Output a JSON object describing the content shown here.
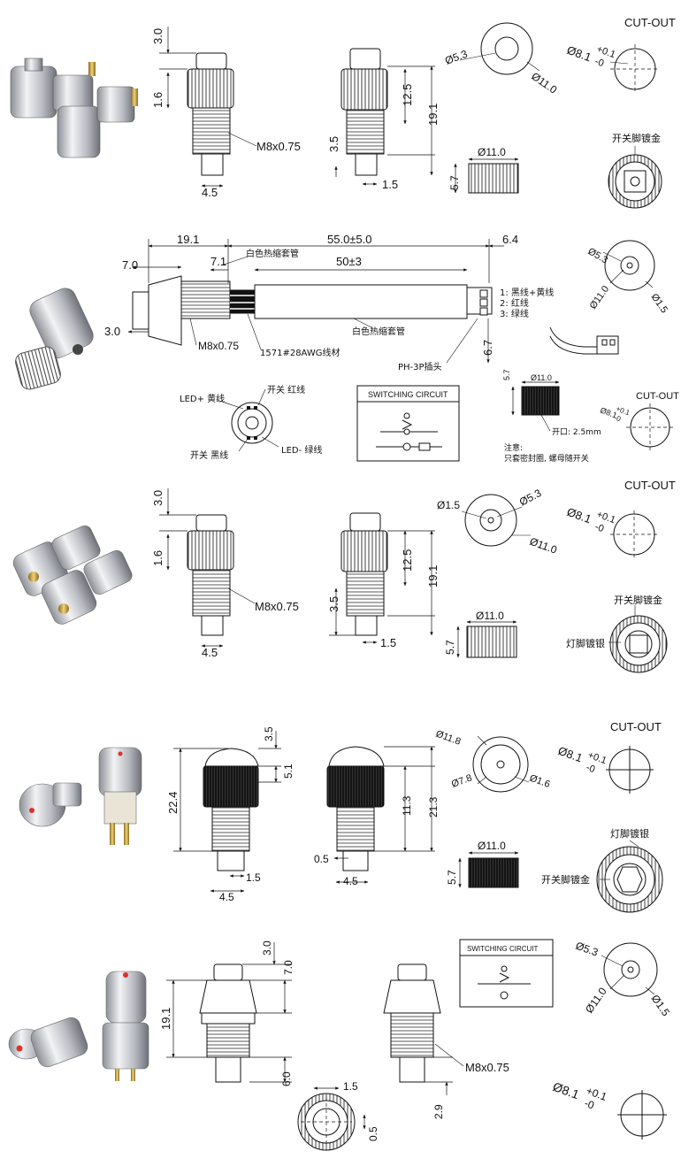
{
  "row1": {
    "dims": [
      "3.0",
      "1.6",
      "M8x0.75",
      "4.5",
      "3.5",
      "12.5",
      "19.1",
      "1.5",
      "Ø5.3",
      "Ø11.0",
      "Ø11.0",
      "5.7"
    ],
    "cutout_title": "CUT-OUT",
    "cutout_hole": "Ø8.1",
    "tol_plus": "+0.1",
    "tol_minus": "-0",
    "note_gold": "开关脚镀金"
  },
  "row2": {
    "dims": [
      "19.1",
      "55.0±5.0",
      "6.4",
      "7.0",
      "7.1",
      "50±3",
      "3.0",
      "M8x0.75",
      "6.7",
      "Ø5.3",
      "Ø11.0",
      "Ø1.5"
    ],
    "label_sleeve1": "白色热缩套管",
    "label_sleeve2": "白色热缩套管",
    "label_wire": "1571#28AWG线材",
    "label_plug": "PH-3P插头",
    "legend": [
      "1: 黑线+黄线",
      "2: 红线",
      "3: 绿线"
    ],
    "pin_labels": [
      "LED+ 黄线",
      "开关  红线",
      "开关  黑线",
      "LED-  绿线"
    ],
    "circuit_title": "SWITCHING CIRCUIT",
    "nut_dims": [
      "5.7",
      "Ø11.0"
    ],
    "opening": "开口: 2.5mm",
    "note_title": "注意:",
    "note_text": "只套密封圈, 螺母随开关",
    "cutout_title": "CUT-OUT",
    "cutout_hole": "Ø8.1",
    "tol_plus": "+0.1",
    "tol_minus": "-0"
  },
  "row3": {
    "dims": [
      "3.0",
      "1.6",
      "M8x0.75",
      "4.5",
      "3.5",
      "12.5",
      "19.1",
      "1.5",
      "Ø1.5",
      "Ø5.3",
      "Ø11.0",
      "Ø11.0",
      "5.7"
    ],
    "cutout_title": "CUT-OUT",
    "cutout_hole": "Ø8.1",
    "tol_plus": "+0.1",
    "tol_minus": "-0",
    "note_gold": "开关脚镀金",
    "note_silver": "灯脚镀银"
  },
  "row4": {
    "dims": [
      "3.5",
      "5.1",
      "22.4",
      "1.5",
      "4.5",
      "11.3",
      "21.3",
      "0.5",
      "4.5",
      "Ø11.8",
      "Ø7.8",
      "Ø1.6",
      "Ø11.0",
      "5.7"
    ],
    "cutout_title": "CUT-OUT",
    "cutout_hole": "Ø8.1",
    "tol_plus": "+0.1",
    "tol_minus": "-0",
    "note_silver": "灯脚镀银",
    "note_gold": "开关脚镀金"
  },
  "row5": {
    "dims": [
      "3.0",
      "7.0",
      "19.1",
      "6.0",
      "1.5",
      "0.5",
      "M8x0.75",
      "2.9",
      "Ø5.3",
      "Ø11.0",
      "Ø1.5"
    ],
    "circuit_title": "SWITCHING CIRCUIT",
    "cutout_hole": "Ø8.1",
    "tol_plus": "+0.1",
    "tol_minus": "-0"
  },
  "colors": {
    "line": "#111111",
    "bg": "#ffffff",
    "metal": "#c9ccd1",
    "gold": "#c9a23c",
    "led_red": "#e0302a"
  }
}
